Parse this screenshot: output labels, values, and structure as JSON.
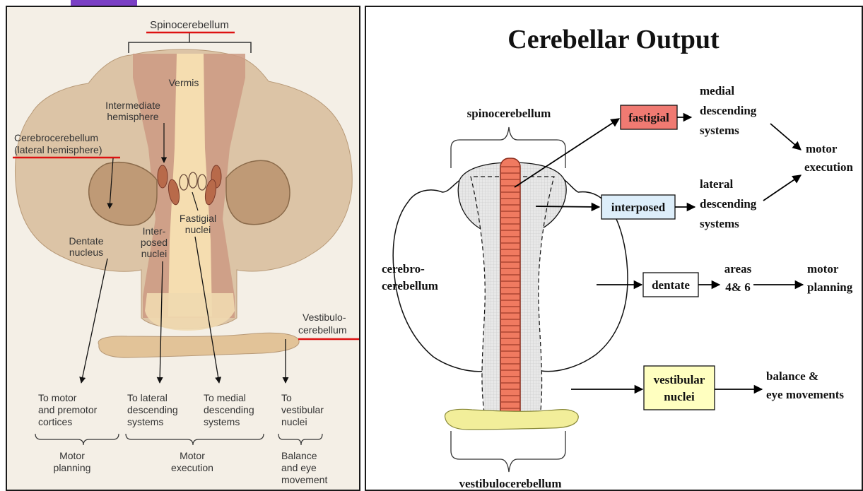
{
  "left": {
    "labels": {
      "spinocerebellum": "Spinocerebellum",
      "vermis": "Vermis",
      "intermediate_l1": "Intermediate",
      "intermediate_l2": "hemisphere",
      "cerebrocerebellum_l1": "Cerebrocerebellum",
      "cerebrocerebellum_l2": "(lateral hemisphere)",
      "fastigial_l1": "Fastigial",
      "fastigial_l2": "nuclei",
      "interposed_l1": "Inter-",
      "interposed_l2": "posed",
      "interposed_l3": "nuclei",
      "dentate_l1": "Dentate",
      "dentate_l2": "nucleus",
      "vestibulo_l1": "Vestibulo-",
      "vestibulo_l2": "cerebellum"
    },
    "outputs": [
      {
        "l1": "To motor",
        "l2": "and premotor",
        "l3": "cortices"
      },
      {
        "l1": "To lateral",
        "l2": "descending",
        "l3": "systems"
      },
      {
        "l1": "To medial",
        "l2": "descending",
        "l3": "systems"
      },
      {
        "l1": "To",
        "l2": "vestibular",
        "l3": "nuclei"
      }
    ],
    "functions": [
      {
        "l1": "Motor",
        "l2": "planning"
      },
      {
        "l1": "Motor",
        "l2": "execution"
      },
      {
        "l1": "Balance",
        "l2": "and eye",
        "l3": "movement"
      }
    ],
    "colors": {
      "bg": "#f4efe6",
      "lateral": "#dcc4a6",
      "intermediate": "#cc9a82",
      "vermis": "#f5ddb0",
      "nucleus": "#b86a4a",
      "underline": "#dd1111"
    }
  },
  "right": {
    "title": "Cerebellar Output",
    "labels": {
      "spinocerebellum": "spinocerebellum",
      "cerebro_l1": "cerebro-",
      "cerebro_l2": "cerebellum",
      "vestibulocerebellum": "vestibulocerebellum"
    },
    "boxes": {
      "fastigial": "fastigial",
      "interposed": "interposed",
      "dentate": "dentate",
      "vestibular_l1": "vestibular",
      "vestibular_l2": "nuclei"
    },
    "targets": {
      "medial_l1": "medial",
      "medial_l2": "descending",
      "medial_l3": "systems",
      "lateral_l1": "lateral",
      "lateral_l2": "descending",
      "lateral_l3": "systems",
      "areas_l1": "areas",
      "areas_l2": "4& 6",
      "motor_exec_l1": "motor",
      "motor_exec_l2": "execution",
      "motor_plan_l1": "motor",
      "motor_plan_l2": "planning",
      "balance_l1": "balance &",
      "balance_l2": "eye movements"
    },
    "colors": {
      "fastigial": "#f07a72",
      "interposed": "#ddeefa",
      "dentate": "#ffffff",
      "vestibular": "#ffffc0",
      "vermis": "#f07a60",
      "floccular": "#f2ee9a"
    }
  }
}
